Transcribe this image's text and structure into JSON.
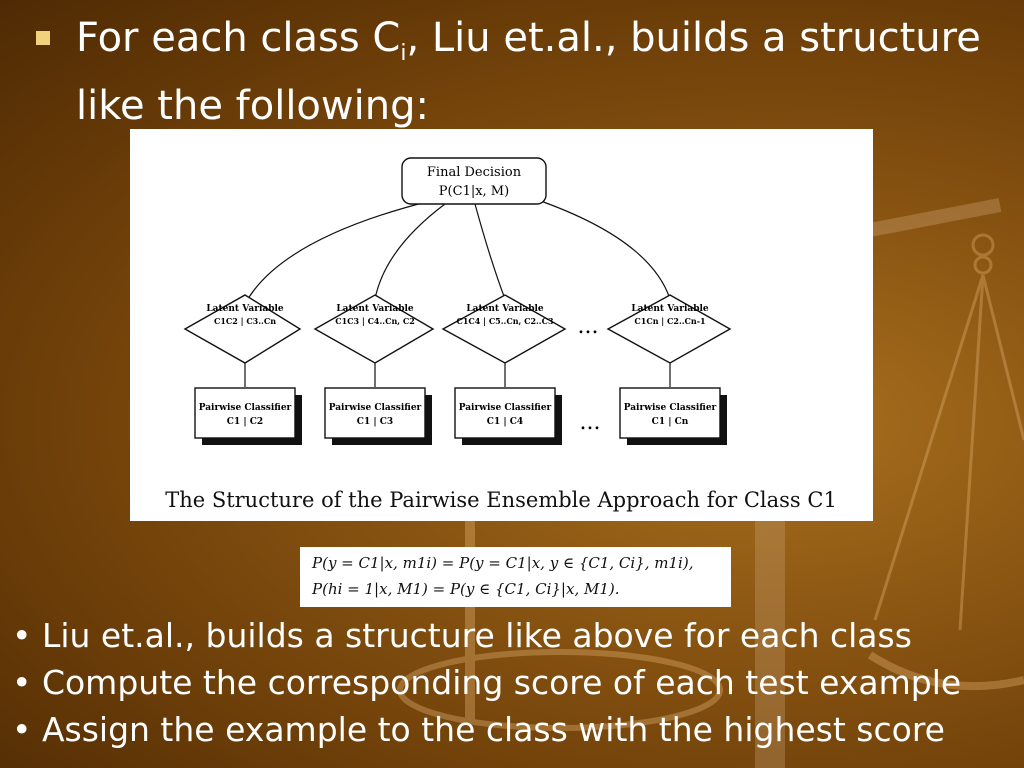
{
  "title": {
    "main": "For each class C",
    "sub": "i",
    "rest": ", Liu et.al., builds a structure like the following:"
  },
  "diagram": {
    "final_node": {
      "line1": "Final Decision",
      "line2": "P(C1|x, M)"
    },
    "latent_nodes": [
      {
        "label": "Latent Variable",
        "formula": "C1C2 | C3..Cn"
      },
      {
        "label": "Latent Variable",
        "formula": "C1C3 | C4..Cn, C2"
      },
      {
        "label": "Latent Variable",
        "formula": "C1C4 | C5..Cn, C2..C3"
      },
      {
        "label": "Latent Variable",
        "formula": "C1Cn | C2..Cn-1"
      }
    ],
    "classifiers": [
      {
        "label": "Pairwise Classifier",
        "formula": "C1 | C2"
      },
      {
        "label": "Pairwise Classifier",
        "formula": "C1 | C3"
      },
      {
        "label": "Pairwise Classifier",
        "formula": "C1 | C4"
      },
      {
        "label": "Pairwise Classifier",
        "formula": "C1 | Cn"
      }
    ],
    "ellipsis": "...",
    "caption": "The Structure of the Pairwise Ensemble Approach for Class C1"
  },
  "formulas": {
    "line1": "P(y = C1|x, m1i) = P(y = C1|x, y ∈ {C1, Ci}, m1i),",
    "line2": "P(hi = 1|x, M1) = P(y ∈ {C1, Ci}|x, M1)."
  },
  "bullets": [
    "• Liu et.al., builds a structure like above for each class",
    "• Compute the corresponding score of each test example",
    "• Assign the example to the class with the highest score"
  ]
}
